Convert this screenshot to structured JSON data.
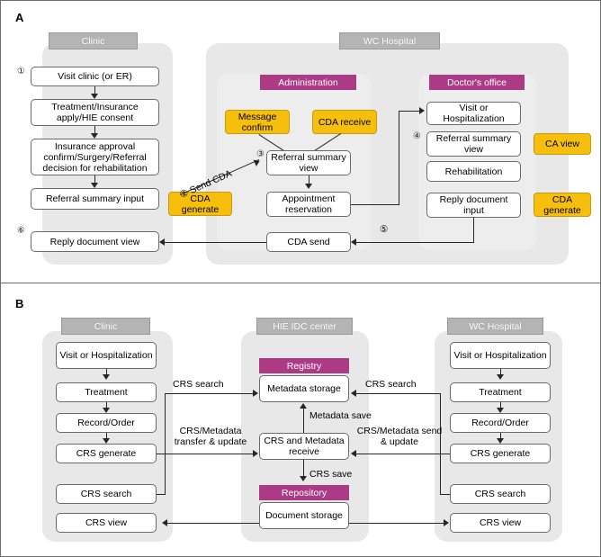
{
  "figure": {
    "panels": [
      {
        "letter": "A"
      },
      {
        "letter": "B"
      }
    ]
  },
  "colors": {
    "lane_bg": "#e8e8e8",
    "lane_title_bg": "#b4b4b4",
    "sub_title_bg": "#ad3a84",
    "highlight_yellow": "#f7bf0d",
    "node_bg": "#ffffff",
    "stroke": "#262626"
  },
  "panel_a": {
    "letter": "A",
    "lanes": [
      {
        "title": "Clinic"
      },
      {
        "title": "WC Hospital"
      }
    ],
    "sections": [
      {
        "title": "Administration"
      },
      {
        "title": "Doctor's office"
      }
    ],
    "clinic_nodes": [
      {
        "label": "Visit clinic (or ER)",
        "marker": "①"
      },
      {
        "label": "Treatment/Insurance apply/HIE consent",
        "marker": ""
      },
      {
        "label": "Insurance approval confirm/Surgery/Referral decision for rehabilitation",
        "marker": ""
      },
      {
        "label": "Referral summary input",
        "marker": ""
      },
      {
        "label": "Reply document view",
        "marker": "⑥"
      }
    ],
    "clinic_tags": [
      {
        "label": "CDA generate"
      }
    ],
    "admin_nodes": [
      {
        "label": "Referral summary view",
        "marker": "③"
      },
      {
        "label": "Appointment reservation",
        "marker": ""
      },
      {
        "label": "CDA send",
        "marker": ""
      }
    ],
    "admin_tags": [
      {
        "label": "Message confirm"
      },
      {
        "label": "CDA receive"
      }
    ],
    "doctor_nodes": [
      {
        "label": "Visit or Hospitalization",
        "marker": ""
      },
      {
        "label": "Referral summary view",
        "marker": "④"
      },
      {
        "label": "Rehabilitation",
        "marker": ""
      },
      {
        "label": "Reply document input",
        "marker": ""
      }
    ],
    "doctor_tags": [
      {
        "label": "CA view"
      },
      {
        "label": "CDA generate"
      }
    ],
    "edge_labels": [
      {
        "label": "② Send CDA"
      },
      {
        "label": "⑤"
      }
    ]
  },
  "panel_b": {
    "letter": "B",
    "lanes": [
      {
        "title": "Clinic"
      },
      {
        "title": "HIE IDC center"
      },
      {
        "title": "WC Hospital"
      }
    ],
    "sections": [
      {
        "title": "Registry"
      },
      {
        "title": "Repository"
      }
    ],
    "clinic_nodes": [
      {
        "label": "Visit or Hospitalization"
      },
      {
        "label": "Treatment"
      },
      {
        "label": "Record/Order"
      },
      {
        "label": "CRS generate"
      },
      {
        "label": "CRS search"
      },
      {
        "label": "CRS view"
      }
    ],
    "center_nodes": [
      {
        "label": "Metadata storage"
      },
      {
        "label": "CRS and Metadata receive"
      },
      {
        "label": "Document storage"
      }
    ],
    "hospital_nodes": [
      {
        "label": "Visit or Hospitalization"
      },
      {
        "label": "Treatment"
      },
      {
        "label": "Record/Order"
      },
      {
        "label": "CRS generate"
      },
      {
        "label": "CRS search"
      },
      {
        "label": "CRS view"
      }
    ],
    "edge_labels": [
      {
        "label": "CRS search"
      },
      {
        "label": "CRS/Metadata transfer & update"
      },
      {
        "label": "CRS search"
      },
      {
        "label": "CRS/Metadata send & update"
      },
      {
        "label": "Metadata save"
      },
      {
        "label": "CRS save"
      }
    ]
  }
}
